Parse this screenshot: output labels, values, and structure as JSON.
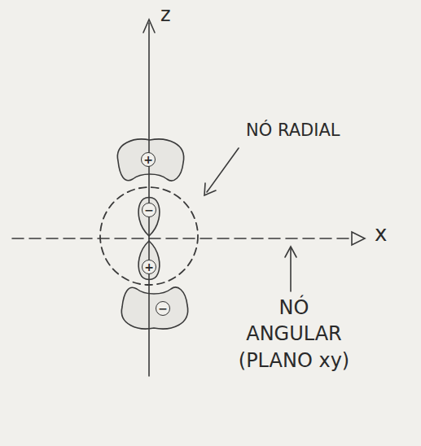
{
  "diagram": {
    "nodes": [
      {
        "text": [
          "+"
        ]
      },
      {
        "text": [
          "−"
        ]
      },
      {
        "text": [
          "+"
        ]
      },
      {
        "text": [
          "−"
        ]
      }
    ],
    "labels": [
      "z",
      "x",
      "NÓ RADIAL",
      "NÓ ANGULAR (PLANO xy)"
    ]
  }
}
